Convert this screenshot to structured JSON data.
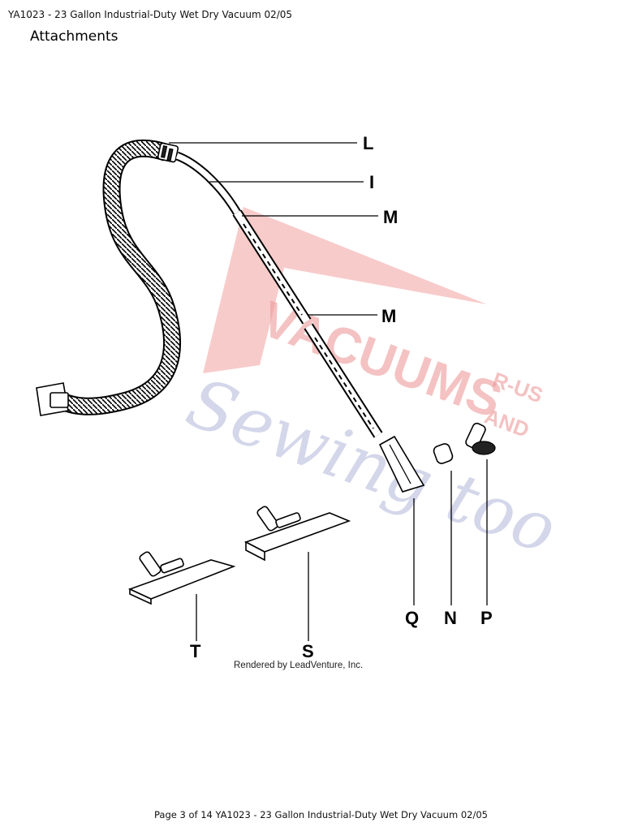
{
  "header": {
    "title": "YA1023 - 23 Gallon Industrial-Duty Wet Dry Vacuum 02/05"
  },
  "section": {
    "title": "Attachments"
  },
  "callouts": {
    "L": "L",
    "I": "I",
    "M1": "M",
    "M2": "M",
    "Q": "Q",
    "N": "N",
    "P": "P",
    "T": "T",
    "S": "S"
  },
  "credit": "Rendered by LeadVenture, Inc.",
  "watermark": {
    "word1": "VACUUMS",
    "word2": "R-US",
    "word3": "AND",
    "word4": "Sewing too"
  },
  "footer": {
    "text": "Page 3 of 14 YA1023 - 23 Gallon Industrial-Duty Wet Dry Vacuum 02/05"
  }
}
